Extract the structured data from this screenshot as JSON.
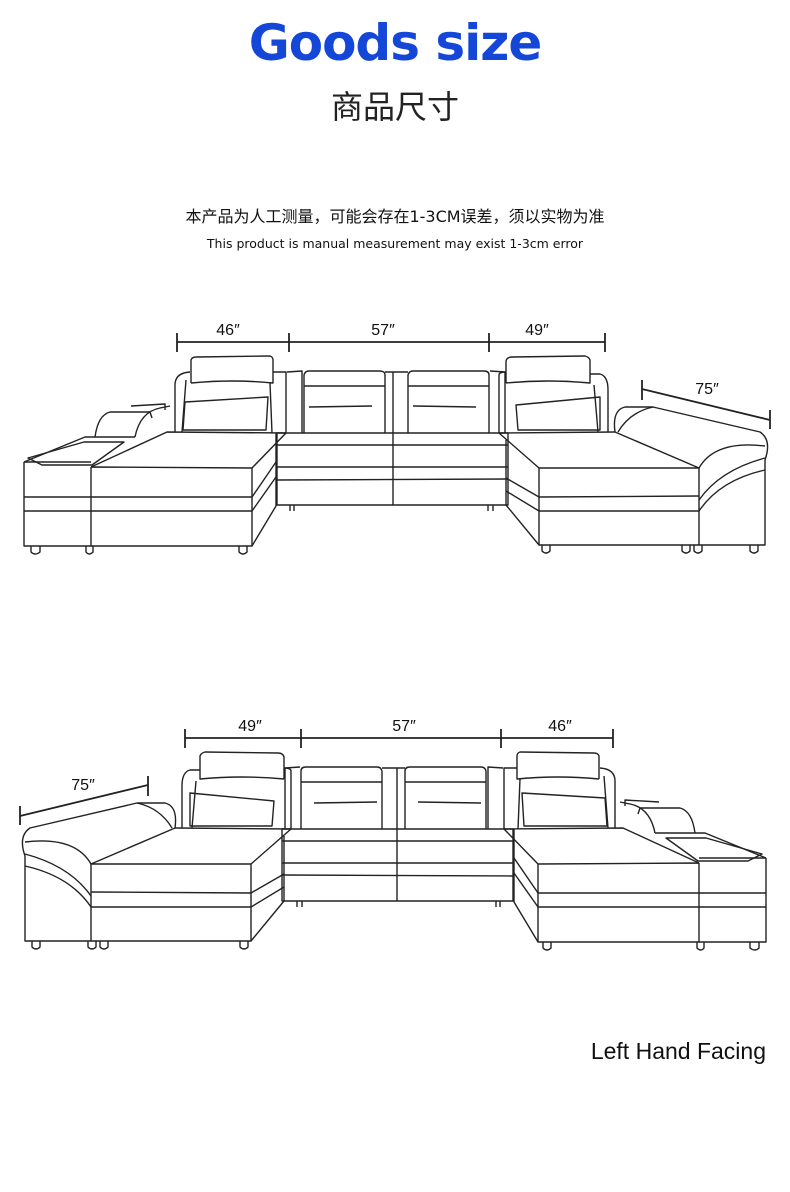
{
  "header": {
    "title": "Goods size",
    "subtitle": "商品尺寸",
    "note_cn": "本产品为人工测量，可能会存在1-3CM误差，须以实物为准",
    "note_en": "This product is manual measurement may exist 1-3cm error",
    "title_color": "#1446d8"
  },
  "diagram_top": {
    "dims": [
      "46″",
      "57″",
      "49″",
      "75″"
    ]
  },
  "diagram_bottom": {
    "dims": [
      "49″",
      "57″",
      "46″",
      "75″"
    ],
    "caption": "Left Hand Facing"
  }
}
